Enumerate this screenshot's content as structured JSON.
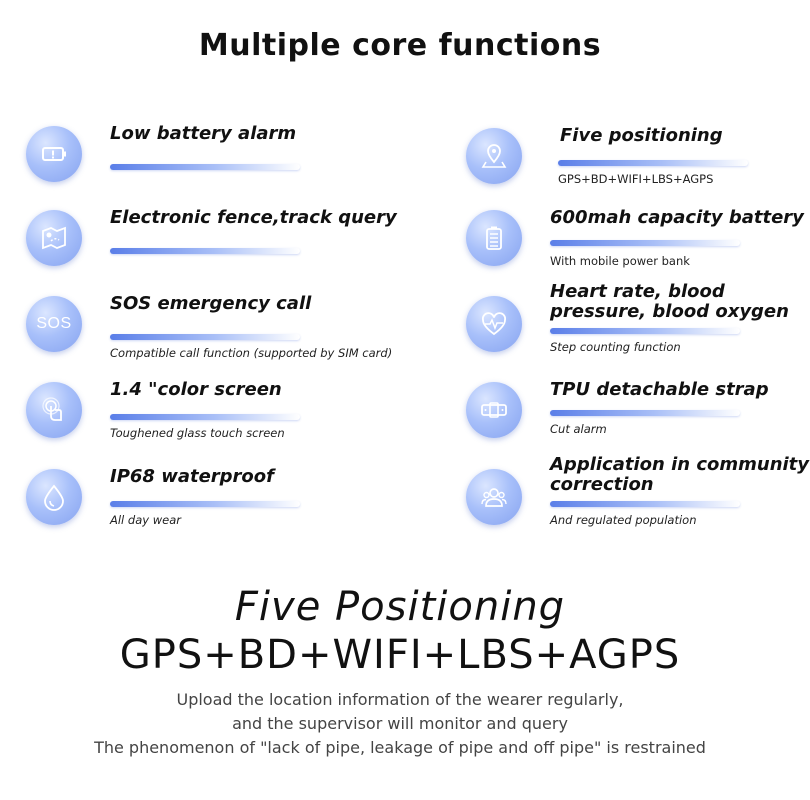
{
  "page_title": "Multiple core functions",
  "features_left": [
    {
      "icon": "battery-alarm-icon",
      "title": "Low battery alarm",
      "subtitle": ""
    },
    {
      "icon": "map-route-icon",
      "title": "Electronic fence,track query",
      "subtitle": ""
    },
    {
      "icon": "sos-icon",
      "icon_text": "SOS",
      "title": "SOS emergency call",
      "subtitle": "Compatible call function (supported by SIM card)"
    },
    {
      "icon": "touch-screen-icon",
      "title": "1.4 \"color screen",
      "subtitle": "Toughened glass touch screen"
    },
    {
      "icon": "water-drop-icon",
      "title": "IP68 waterproof",
      "subtitle": "All day wear"
    }
  ],
  "features_right": [
    {
      "icon": "location-pin-icon",
      "title": "Five positioning",
      "subtitle": "GPS+BD+WIFI+LBS+AGPS"
    },
    {
      "icon": "battery-icon",
      "title": "600mah capacity battery",
      "subtitle": "With mobile power bank"
    },
    {
      "icon": "heart-rate-icon",
      "title": "Heart rate, blood pressure, blood oxygen",
      "subtitle": "Step counting function"
    },
    {
      "icon": "strap-icon",
      "title": "TPU detachable strap",
      "subtitle": "Cut alarm"
    },
    {
      "icon": "community-icon",
      "title": "Application in community correction",
      "subtitle": "And regulated population"
    }
  ],
  "bottom": {
    "title": "Five Positioning",
    "subtitle": "GPS+BD+WIFI+LBS+AGPS",
    "lines": [
      "Upload the location information of the wearer regularly,",
      "and the supervisor will monitor and query",
      "The phenomenon of \"lack of pipe, leakage of pipe and off pipe\" is restrained"
    ]
  },
  "colors": {
    "accent": "#86a3f0",
    "bar_dark": "#5a7ee8"
  }
}
